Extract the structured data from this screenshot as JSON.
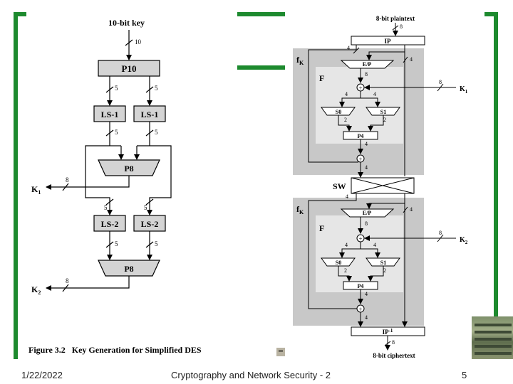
{
  "colors": {
    "accent_green": "#1d8a2e",
    "panel_gray": "#c8c8c8",
    "inner_gray": "#e6e6e6",
    "box_gray": "#d4d4d4"
  },
  "keygen": {
    "key_label": "10-bit key",
    "bits_10a": "10",
    "p10": "P10",
    "bits_5": "5",
    "ls1": "LS-1",
    "p8": "P8",
    "k1": "K",
    "k1_sub": "1",
    "bits_8": "8",
    "ls2": "LS-2",
    "k2": "K",
    "k2_sub": "2",
    "caption": "Figure 3.2   Key Generation for Simplified DES"
  },
  "encrypt": {
    "plaintext_label": "8-bit plaintext",
    "ciphertext_label": "8-bit ciphertext",
    "ip": "IP",
    "ip_inv": "IP",
    "ip_inv_sup": "-1",
    "fk": "f",
    "fk_sub": "K",
    "f": "F",
    "ep": "E/P",
    "s0": "S0",
    "s1": "S1",
    "p4": "P4",
    "sw": "SW",
    "k1": "K",
    "k1_sub": "1",
    "k2": "K",
    "k2_sub": "2",
    "bits_8": "8",
    "bits_4": "4",
    "bits_2": "2",
    "xor": "+"
  },
  "footer": {
    "date": "1/22/2022",
    "title": "Cryptography and Network Security - 2",
    "page": "5"
  }
}
